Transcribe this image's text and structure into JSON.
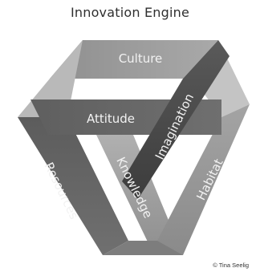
{
  "diagram": {
    "title": "Innovation Engine",
    "labels": {
      "culture": "Culture",
      "attitude": "Attitude",
      "imagination": "Imagination",
      "knowledge": "Knowledge",
      "resources": "Resources",
      "habitat": "Habitat"
    },
    "credit": "© Tina Seelig"
  }
}
